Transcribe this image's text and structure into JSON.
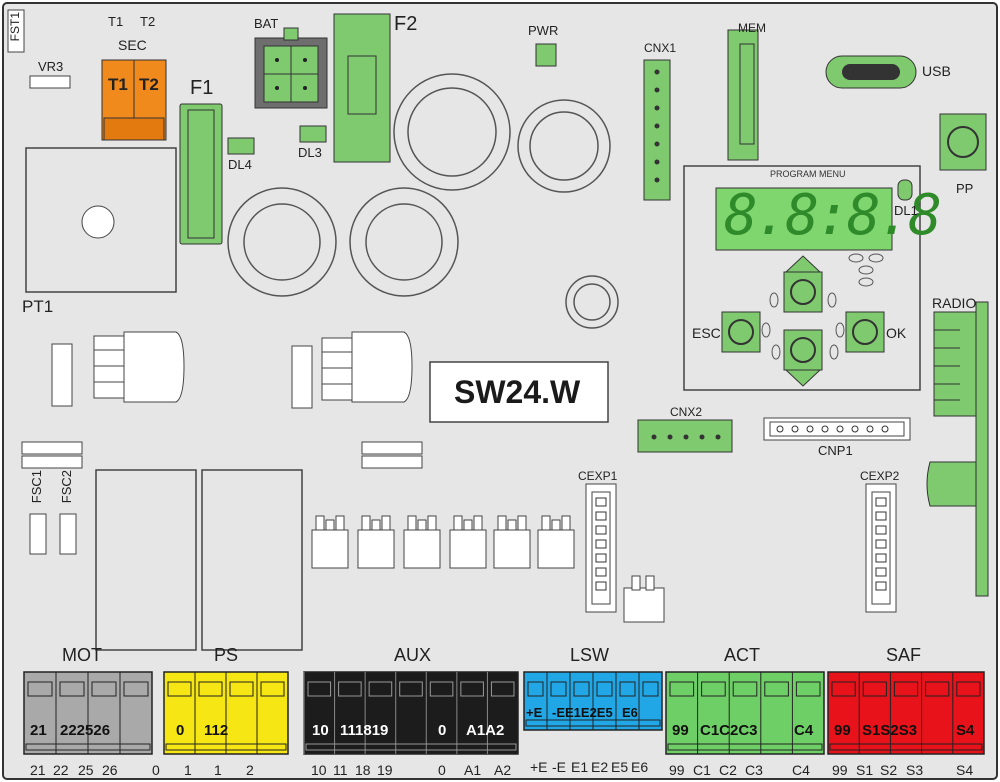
{
  "board_name": "SW24.W",
  "display": {
    "title": "PROGRAM MENU",
    "digits": "8.8:8.8"
  },
  "labels": {
    "fst1": "FST1",
    "vr3": "VR3",
    "t1_top": "T1",
    "t2_top": "T2",
    "sec": "SEC",
    "t1": "T1",
    "t2": "T2",
    "f1": "F1",
    "bat": "BAT",
    "f2": "F2",
    "dl4": "DL4",
    "dl3": "DL3",
    "pwr": "PWR",
    "cnx1": "CNX1",
    "mem": "MEM",
    "usb": "USB",
    "pp": "PP",
    "dl1": "DL1",
    "pt1": "PT1",
    "esc": "ESC",
    "ok": "OK",
    "radio": "RADIO",
    "cnx2": "CNX2",
    "cnp1": "CNP1",
    "cexp1": "CEXP1",
    "cexp2": "CEXP2",
    "fsc1": "FSC1",
    "fsc2": "FSC2"
  },
  "groups": {
    "mot": {
      "name": "MOT",
      "color": "#a9a9a9",
      "terminal_text": [
        "21",
        "222526"
      ],
      "bottom": [
        "21",
        "22",
        "25",
        "26"
      ]
    },
    "ps": {
      "name": "PS",
      "color": "#f5e614",
      "terminal_text": [
        "0",
        "112"
      ],
      "bottom": [
        "0",
        "1",
        "1",
        "2"
      ]
    },
    "aux": {
      "name": "AUX",
      "color": "#1c1c1c",
      "terminal_text": [
        "10",
        "111819",
        "0",
        "A1A2"
      ],
      "bottom": [
        "10",
        "11",
        "18",
        "19",
        "0",
        "A1",
        "A2"
      ]
    },
    "lsw": {
      "name": "LSW",
      "color": "#22a7e6",
      "terminal_text": [
        "+E",
        "-EE1E2E5",
        "E6"
      ],
      "bottom": [
        "+E",
        "-E",
        "E1",
        "E2",
        "E5",
        "E6"
      ]
    },
    "act": {
      "name": "ACT",
      "color": "#6fcf67",
      "terminal_text": [
        "99",
        "C1C2C3",
        "C4"
      ],
      "bottom": [
        "99",
        "C1",
        "C2",
        "C3",
        "C4"
      ]
    },
    "saf": {
      "name": "SAF",
      "color": "#e8121a",
      "terminal_text": [
        "99",
        "S1S2S3",
        "S4"
      ],
      "bottom": [
        "99",
        "S1",
        "S2",
        "S3",
        "S4"
      ]
    }
  },
  "colors": {
    "board": "#e6e6e6",
    "green_part": "#7fc96f",
    "orange": "#f08a1c",
    "display_green": "#7fd66f"
  }
}
